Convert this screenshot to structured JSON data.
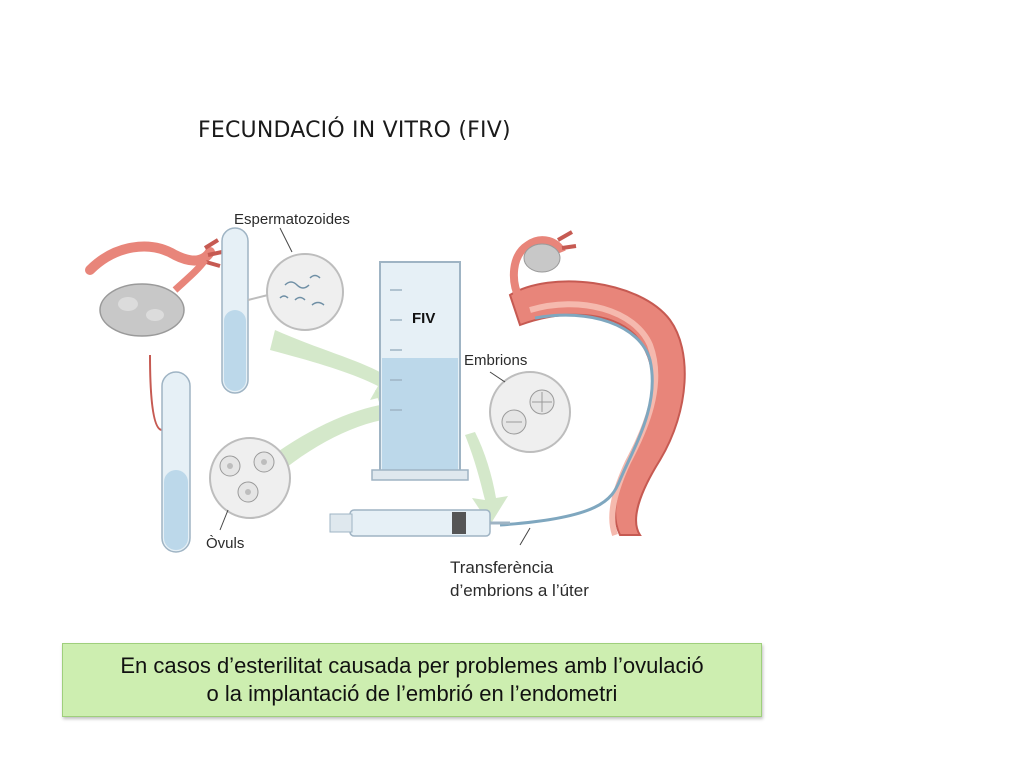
{
  "slide": {
    "title": "FECUNDACIÓ IN VITRO (FIV)"
  },
  "diagram": {
    "labels": {
      "sperm": "Espermatozoides",
      "beaker": "FIV",
      "embryos": "Embrions",
      "eggs": "Òvuls",
      "transfer_line1": "Transferència",
      "transfer_line2": "d’embrions a l’úter"
    },
    "colors": {
      "tissue": "#e8857a",
      "tissue_dark": "#c65a52",
      "ovary": "#c8c8c8",
      "liquid": "#bcd8ea",
      "glass": "#e6f0f6",
      "arrow": "#cfe6c4",
      "cell": "#e5e5e5"
    }
  },
  "note": {
    "line1": "En casos d’esterilitat causada per problemes amb l’ovulació",
    "line2": "o la implantació de l’embrió en l’endometri"
  }
}
